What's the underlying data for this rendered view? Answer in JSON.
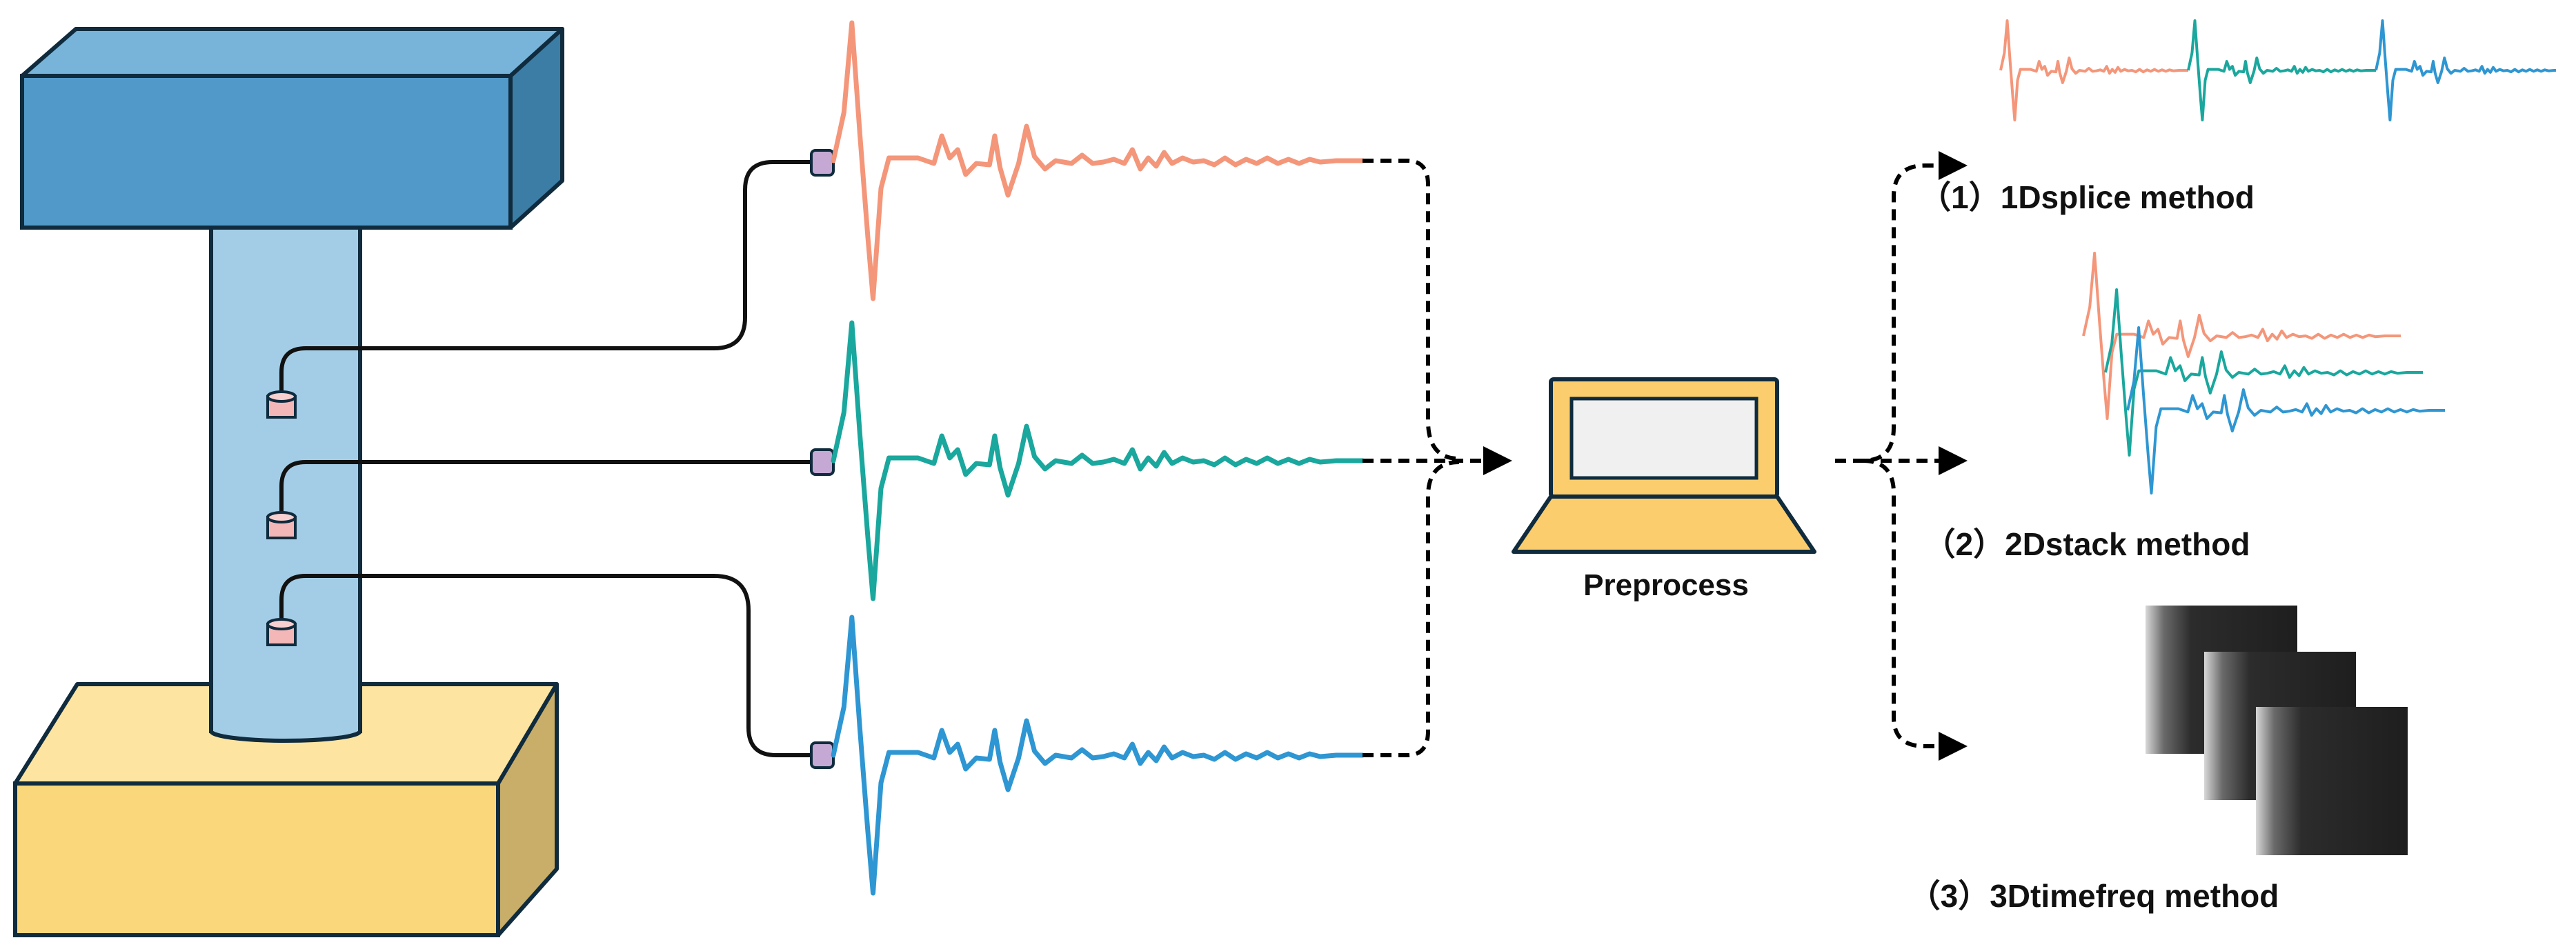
{
  "preprocess_label": "Preprocess",
  "methods": [
    {
      "label": "（1）1Dsplice method",
      "icon": "waveform-splice-icon"
    },
    {
      "label": "（2）2Dstack method",
      "icon": "waveform-stack-icon"
    },
    {
      "label": "（3）3Dtimefreq method",
      "icon": "timefreq-image-stack-icon"
    }
  ],
  "signals": [
    {
      "name": "",
      "color": "#f4967a"
    },
    {
      "name": "",
      "color": "#1aa79d"
    },
    {
      "name": "",
      "color": "#2e96d2"
    }
  ],
  "colors": {
    "column_top": "#5199c9",
    "column_top_face": "#78b4d9",
    "column_top_side": "#3c7da6",
    "column_body": "#a3cde6",
    "base_front": "#fad77a",
    "base_top": "#fde4a1",
    "base_side": "#c8ae68",
    "outline": "#0f2b3d",
    "laptop": "#fbcd6c",
    "laptop_screen": "#f0f0f0",
    "sensor_bottom": "#f4b7b7",
    "sensor_left": "#c5a9d4"
  }
}
